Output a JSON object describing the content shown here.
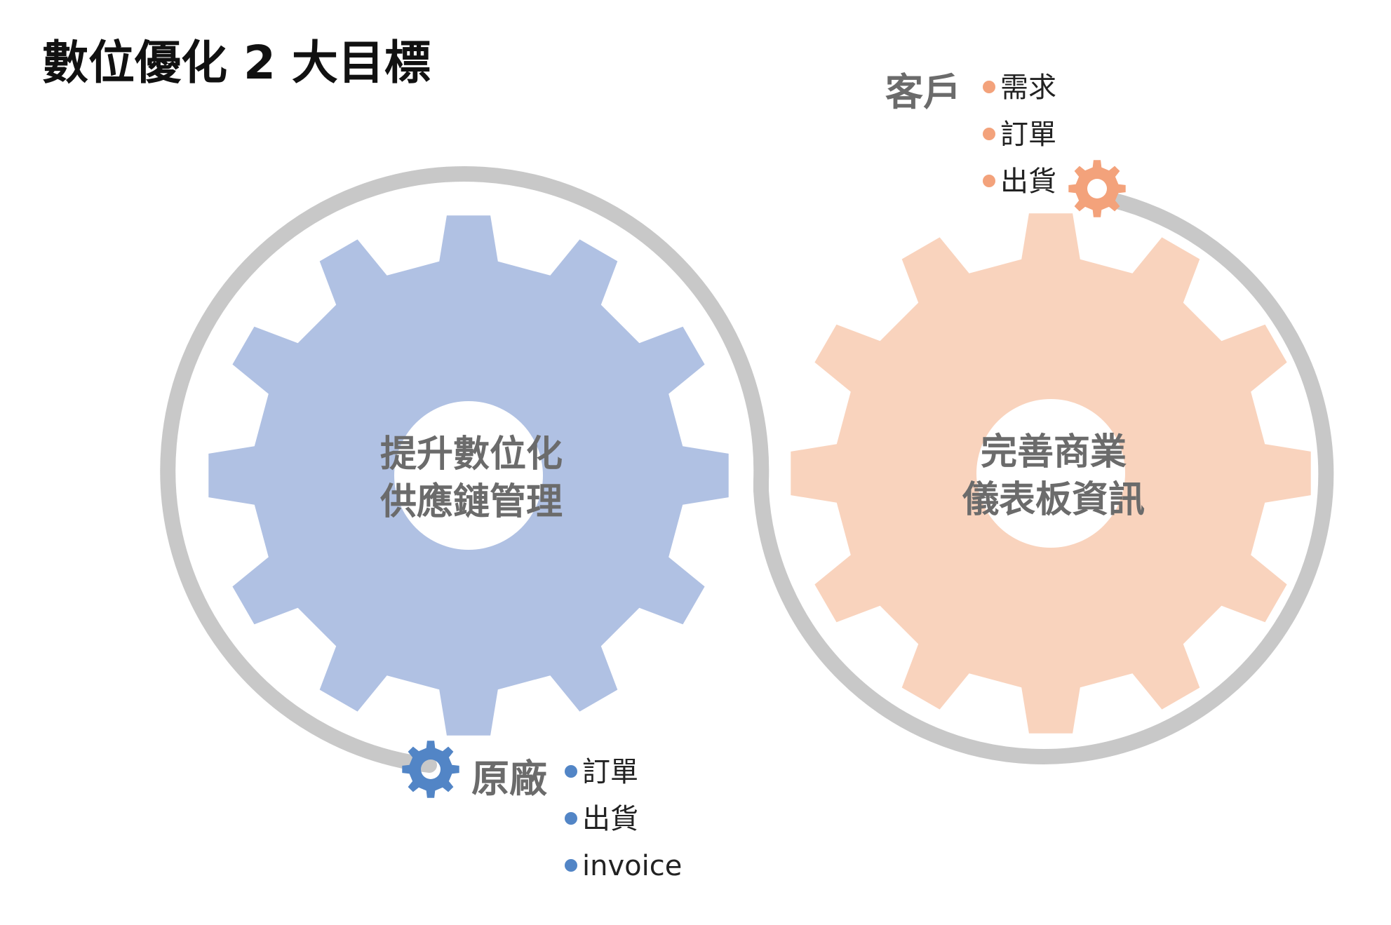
{
  "title": "數位優化 2 大目標",
  "colors": {
    "track": "#c8c8c8",
    "gear_blue": "#b0c1e3",
    "gear_peach": "#f9d3bd",
    "small_gear_blue": "#5285c6",
    "small_gear_orange": "#f3a27b",
    "label_gray": "#6b6b6b",
    "title_black": "#111111"
  },
  "goals": [
    {
      "lines": [
        "提升數位化",
        "供應鏈管理"
      ],
      "color": "#b0c1e3"
    },
    {
      "lines": [
        "完善商業",
        "儀表板資訊"
      ],
      "color": "#f9d3bd"
    }
  ],
  "parties": [
    {
      "label": "原廠",
      "icon": "gear-icon",
      "color": "#5285c6",
      "items": [
        "訂單",
        "出貨",
        "invoice"
      ]
    },
    {
      "label": "客戶",
      "icon": "gear-icon",
      "color": "#f3a27b",
      "items": [
        "需求",
        "訂單",
        "出貨"
      ]
    }
  ]
}
